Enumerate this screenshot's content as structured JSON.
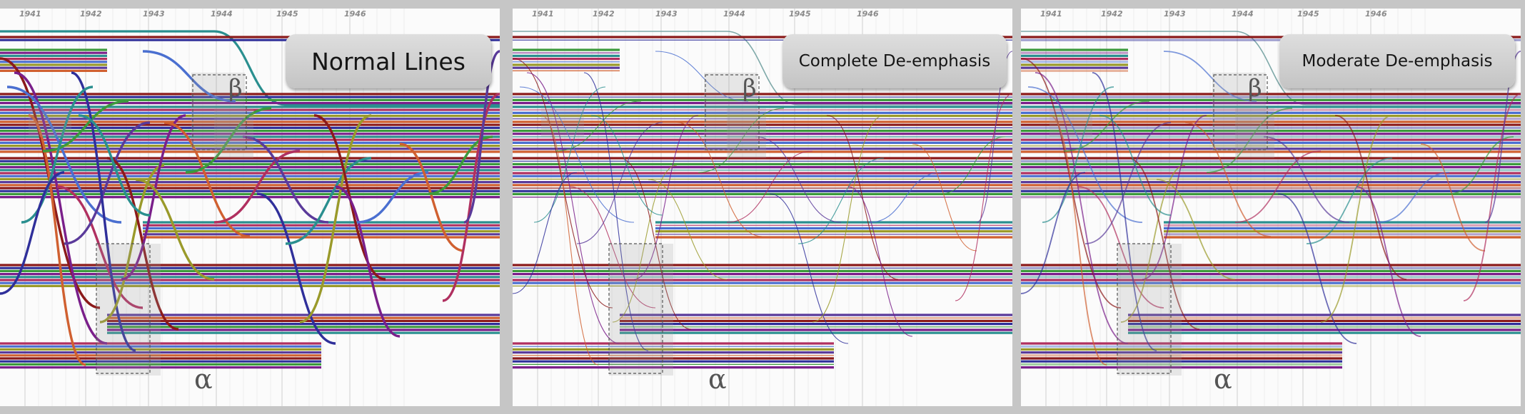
{
  "years": [
    "1941",
    "1942",
    "1943",
    "1944",
    "1945",
    "1946"
  ],
  "panels": [
    {
      "title": "Normal Lines",
      "beta": "β",
      "alpha": "α",
      "mode": "normal"
    },
    {
      "title": "Complete De-emphasis",
      "beta": "β",
      "alpha": "α",
      "mode": "complete"
    },
    {
      "title": "Moderate De-emphasis",
      "beta": "β",
      "alpha": "α",
      "mode": "moderate"
    }
  ],
  "colors": {
    "storylines": [
      "#8b1a1a",
      "#2f2f9a",
      "#3c9a3c",
      "#7a1f8a",
      "#2a8f8f",
      "#b03060",
      "#4a6fd0",
      "#9a9a2a",
      "#5a3a9a",
      "#d06030"
    ],
    "gridline": "#d8d8d8",
    "highlight_box": "#7a7a7a"
  }
}
